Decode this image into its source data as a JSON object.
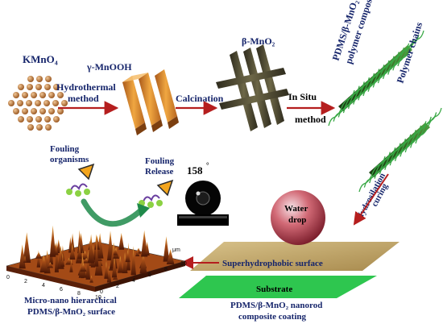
{
  "labels": {
    "kmno4": "KMnO₄",
    "hydrothermal": "Hydrothermal",
    "method_1": "method",
    "gamma_mnooh": "γ-MnOOH",
    "calcination": "Calcination",
    "beta_mno2": "β-MnO₂",
    "in_situ": "In Situ",
    "method_2": "method",
    "composite_line1": "PDMS/β-MnO₂",
    "composite_line2": "polymer composite",
    "polymer_chains": "Polymer chains",
    "hydrosilation": "Hydrosilation",
    "curing": "curing",
    "fouling_organisms_1": "Fouling",
    "fouling_organisms_2": "organisms",
    "fouling_release_1": "Fouling",
    "fouling_release_2": "Release",
    "contact_angle": "158",
    "degree": "°",
    "water_drop_1": "Water",
    "water_drop_2": "drop",
    "superhydrophobic_surface": "Superhydrophobic surface",
    "substrate": "Substrate",
    "coating_line1": "PDMS/β-MnO₂ nanorod",
    "coating_line2": "composite coating",
    "micro_nano_line1": "Micro-nano hierarchical",
    "micro_nano_line2": "PDMS/β-MnO₂ surface",
    "axis_unit": "μm",
    "axis_ticks_x": [
      "0",
      "2",
      "4",
      "6",
      "8",
      "10"
    ],
    "axis_ticks_y": [
      "0",
      "2",
      "4",
      "6",
      "8",
      "10"
    ]
  },
  "colors": {
    "arrow": "#b51e1e",
    "text": "#1b2a57",
    "particle": "#c07a3a",
    "mnooh_rod": "#d98a28",
    "mno2_rod": "#4a4631",
    "composite_rod": "#2f6a22",
    "polymer_chain": "#39a845",
    "surface_tan": "#c3a86a",
    "substrate_green": "#2ec64f",
    "drop": "#b8434f",
    "curved_arrow": "#1f8a4a"
  }
}
